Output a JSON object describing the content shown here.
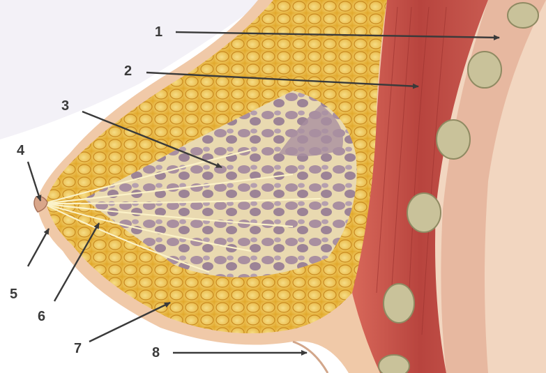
{
  "diagram": {
    "labels": [
      {
        "id": "label-1",
        "text": "1"
      },
      {
        "id": "label-2",
        "text": "2"
      },
      {
        "id": "label-3",
        "text": "3"
      },
      {
        "id": "label-4",
        "text": "4"
      },
      {
        "id": "label-5",
        "text": "5"
      },
      {
        "id": "label-6",
        "text": "6"
      },
      {
        "id": "label-7",
        "text": "7"
      },
      {
        "id": "label-8",
        "text": "8"
      }
    ],
    "colors": {
      "skin": "#f2d6c0",
      "fat": "#e9b93a",
      "fat_light": "#f4d77a",
      "muscle": "#c0524a",
      "gland": "#a98fa0",
      "rib": "#c9c29a",
      "leader": "#3a3a3a"
    }
  }
}
